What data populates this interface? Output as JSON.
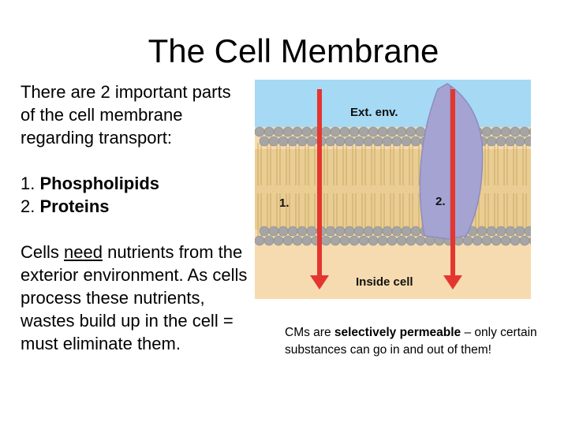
{
  "title": "The Cell Membrane",
  "left": {
    "intro": "There are 2 important parts of the cell membrane regarding transport:",
    "item1_num": "1.",
    "item1_label": "Phospholipids",
    "item2_num": "2.",
    "item2_label": "Proteins",
    "p3_before": "Cells ",
    "p3_underlined": "need",
    "p3_after": " nutrients from the exterior environment. As cells process these nutrients, wastes build up in the cell = must eliminate them."
  },
  "diagram": {
    "ext_label": "Ext. env.",
    "inside_label": "Inside cell",
    "marker1": "1.",
    "marker2": "2.",
    "colors": {
      "exterior": "#a5d9f4",
      "interior": "#f6dbb0",
      "tails": "#e9cd93",
      "heads": "#a5a5a5",
      "protein": "#a5a3d2",
      "arrow": "#e53530"
    }
  },
  "caption": {
    "before": "CMs are ",
    "bold": "selectively permeable",
    "after": " – only certain substances can go in and out of them!"
  }
}
